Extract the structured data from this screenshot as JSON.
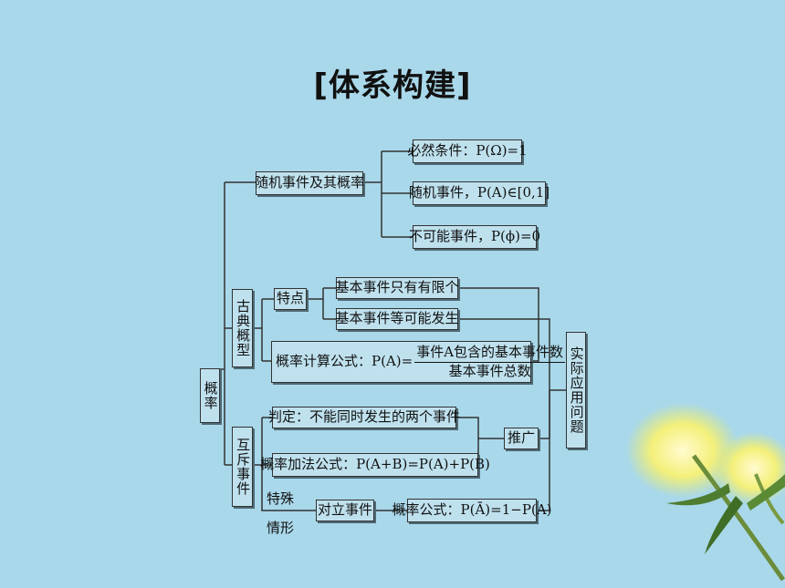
{
  "title": "[体系构建]",
  "nodes": {
    "root": "概率",
    "random_event": "随机事件及其概率",
    "certain": "必然条件：P(Ω)=1",
    "random": "随机事件，P(A)∈[0,1]",
    "impossible": "不可能事件，P(ϕ)=0",
    "classical": "古典概型",
    "features": "特点",
    "finite": "基本事件只有有限个",
    "equal": "基本事件等可能发生",
    "formula_label": "概率计算公式：P(A)=",
    "formula_num": "事件A包含的基本事件数",
    "formula_den": "基本事件总数",
    "exclusive": "互斥事件",
    "definition": "判定：不能同时发生的两个事件",
    "addition": "概率加法公式：P(A+B)=P(A)+P(B)",
    "special_1": "特殊",
    "special_2": "情形",
    "opposite": "对立事件",
    "opposite_formula": "概率公式：P(Ā)=1−P(A)",
    "generalize": "推广",
    "applications": "实际应用问题"
  },
  "colors": {
    "background": "#a9d8ea",
    "box_fill": "#bfe1ee",
    "line": "#333333"
  }
}
